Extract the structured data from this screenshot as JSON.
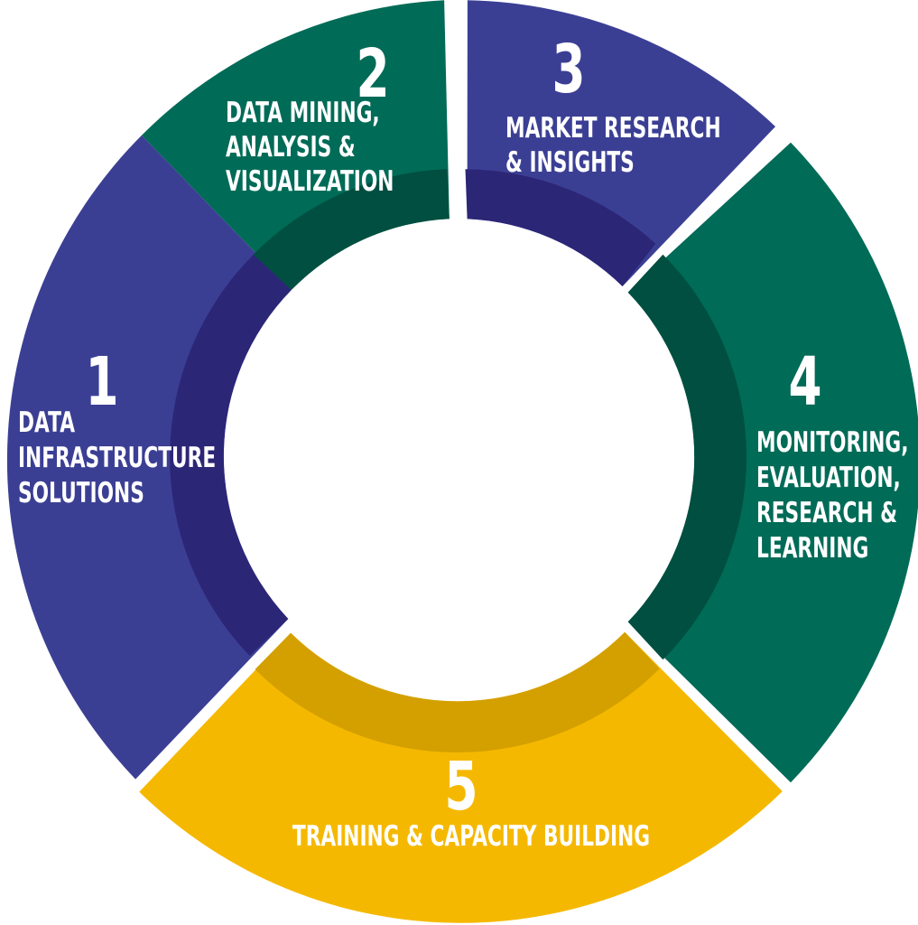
{
  "colors": {
    "indigo": "#3b3f94",
    "indigo_dark": "#2c2677",
    "green": "#006b57",
    "green_dark": "#004f40",
    "yellow": "#f5b800",
    "yellow_dark": "#d4a000",
    "background": "#ffffff",
    "text": "#ffffff"
  },
  "segments": [
    {
      "number": "1",
      "lines": [
        "DATA",
        "INFRASTRUCTURE",
        "SOLUTIONS"
      ],
      "color": "indigo"
    },
    {
      "number": "2",
      "lines": [
        "DATA MINING,",
        "ANALYSIS &",
        "VISUALIZATION"
      ],
      "color": "green"
    },
    {
      "number": "3",
      "lines": [
        "MARKET RESEARCH",
        "& INSIGHTS"
      ],
      "color": "indigo"
    },
    {
      "number": "4",
      "lines": [
        "MONITORING,",
        "EVALUATION,",
        "RESEARCH &",
        "LEARNING"
      ],
      "color": "green"
    },
    {
      "number": "5",
      "lines": [
        "TRAINING & CAPACITY BUILDING"
      ],
      "color": "yellow"
    }
  ]
}
